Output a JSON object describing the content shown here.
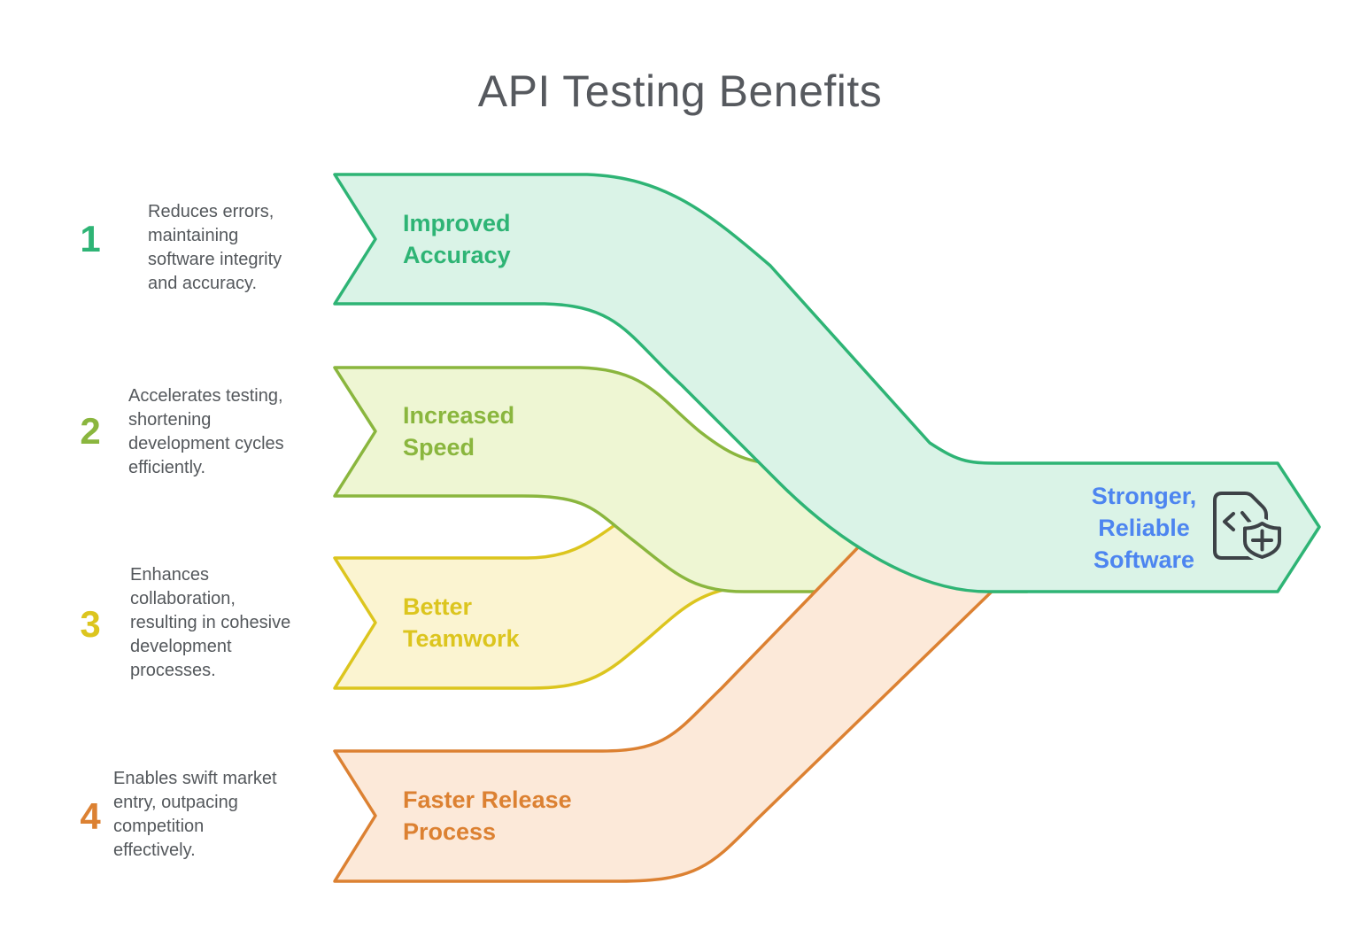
{
  "title": "API Testing Benefits",
  "items": [
    {
      "number": "1",
      "description": "Reduces errors,\nmaintaining\nsoftware integrity\nand accuracy.",
      "banner_label": "Improved\nAccuracy",
      "color": "#2eb475",
      "fill_color": "#daf3e7"
    },
    {
      "number": "2",
      "description": "Accelerates testing,\nshortening\ndevelopment cycles\nefficiently.",
      "banner_label": "Increased\nSpeed",
      "color": "#8ab63e",
      "fill_color": "#eef6d3"
    },
    {
      "number": "3",
      "description": "Enhances\ncollaboration,\nresulting in cohesive\ndevelopment\nprocesses.",
      "banner_label": "Better\nTeamwork",
      "color": "#dcc51e",
      "fill_color": "#fbf4d1"
    },
    {
      "number": "4",
      "description": "Enables swift market\nentry, outpacing\ncompetition\neffectively.",
      "banner_label": "Faster Release\nProcess",
      "color": "#dc8132",
      "fill_color": "#fce9d9"
    }
  ],
  "outcome": {
    "label": "Stronger,\nReliable\nSoftware",
    "text_color": "#4d85f0",
    "icon": "document-code-shield-plus-icon"
  },
  "colors": {
    "background": "#ffffff",
    "title_text": "#56595e",
    "description_text": "#54585c",
    "icon_stroke": "#3d4247"
  }
}
